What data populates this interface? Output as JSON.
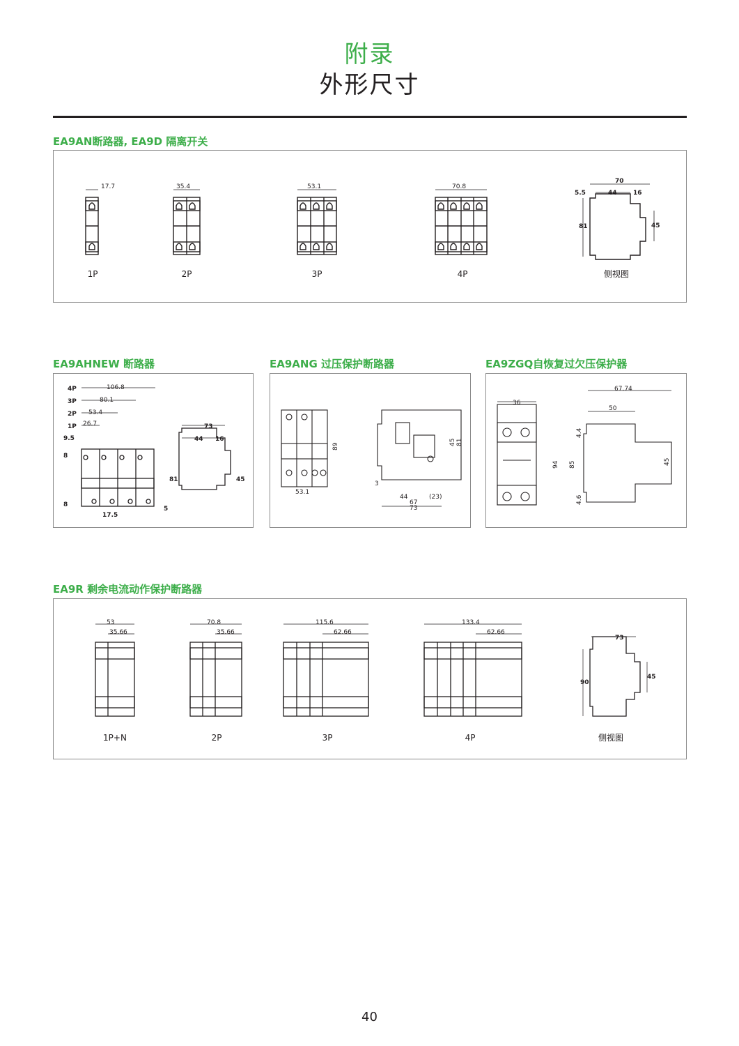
{
  "header": {
    "title": "附录",
    "subtitle": "外形尺寸"
  },
  "sections": {
    "ea9an": {
      "title": "EA9AN断路器, EA9D 隔离开关",
      "captions": [
        "1P",
        "2P",
        "3P",
        "4P",
        "侧视图"
      ],
      "widths": [
        "17.7",
        "35.4",
        "53.1",
        "70.8"
      ],
      "side_dims": [
        "70",
        "5.5",
        "44",
        "16",
        "81",
        "45"
      ]
    },
    "ea9ahnew": {
      "title": "EA9AHNEW 断路器",
      "pole_labels": [
        "4P",
        "3P",
        "2P",
        "1P"
      ],
      "widths": [
        "106.8",
        "80.1",
        "53.4",
        "26.7"
      ],
      "dims": [
        "9.5",
        "8",
        "8",
        "17.5",
        "73",
        "44",
        "16",
        "81",
        "45",
        "5"
      ]
    },
    "ea9ang": {
      "title": "EA9ANG 过压保护断路器",
      "dims": [
        "89",
        "53.1",
        "45",
        "81",
        "44",
        "67",
        "73",
        "(23)",
        "3"
      ]
    },
    "ea9zgq": {
      "title": "EA9ZGQ自恢复过欠压保护器",
      "dims": [
        "36",
        "67.74",
        "50",
        "94",
        "85",
        "4.4",
        "4.6",
        "45"
      ]
    },
    "ea9r": {
      "title": "EA9R 剩余电流动作保护断路器",
      "captions": [
        "1P+N",
        "2P",
        "3P",
        "4P",
        "侧视图"
      ],
      "widths": [
        "53",
        "70.8",
        "115.6",
        "133.4"
      ],
      "sub_widths": [
        "35.66",
        "35.66",
        "62.66",
        "62.66"
      ],
      "side_dims": [
        "73",
        "90",
        "45"
      ]
    }
  },
  "footer": {
    "page_number": "40"
  },
  "colors": {
    "accent": "#3dae4a",
    "text": "#231f20",
    "border": "#8a8a8a"
  }
}
